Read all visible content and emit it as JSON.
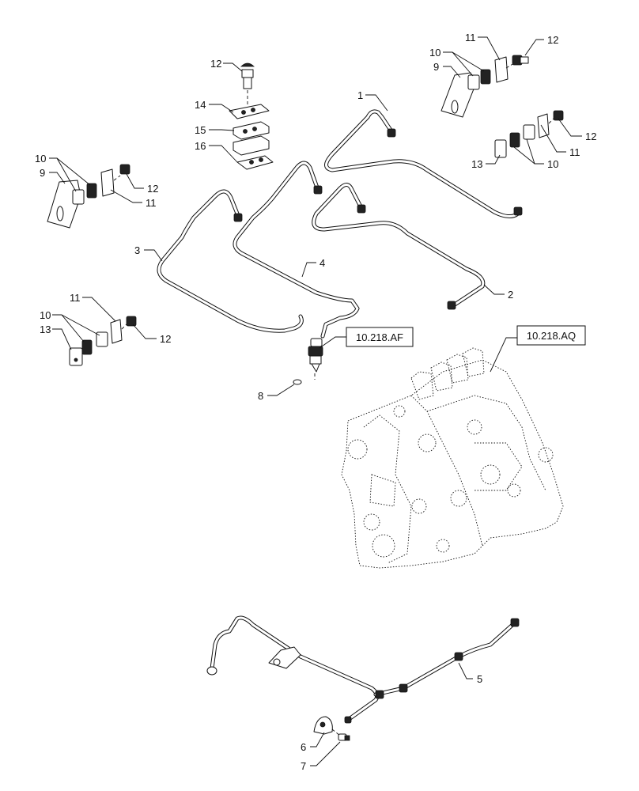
{
  "callouts": {
    "c1": "1",
    "c2": "2",
    "c3": "3",
    "c4": "4",
    "c5": "5",
    "c6": "6",
    "c7": "7",
    "c8": "8",
    "c9a": "9",
    "c9b": "9",
    "c10a": "10",
    "c10b": "10",
    "c10c": "10",
    "c10d": "10",
    "c11a": "11",
    "c11b": "11",
    "c11c": "11",
    "c11d": "11",
    "c12a": "12",
    "c12b": "12",
    "c12c": "12",
    "c12d": "12",
    "c12e": "12",
    "c13a": "13",
    "c13b": "13",
    "c14": "14",
    "c15": "15",
    "c16": "16"
  },
  "references": {
    "injector_ref": "10.218.AF",
    "pump_ref": "10.218.AQ"
  }
}
